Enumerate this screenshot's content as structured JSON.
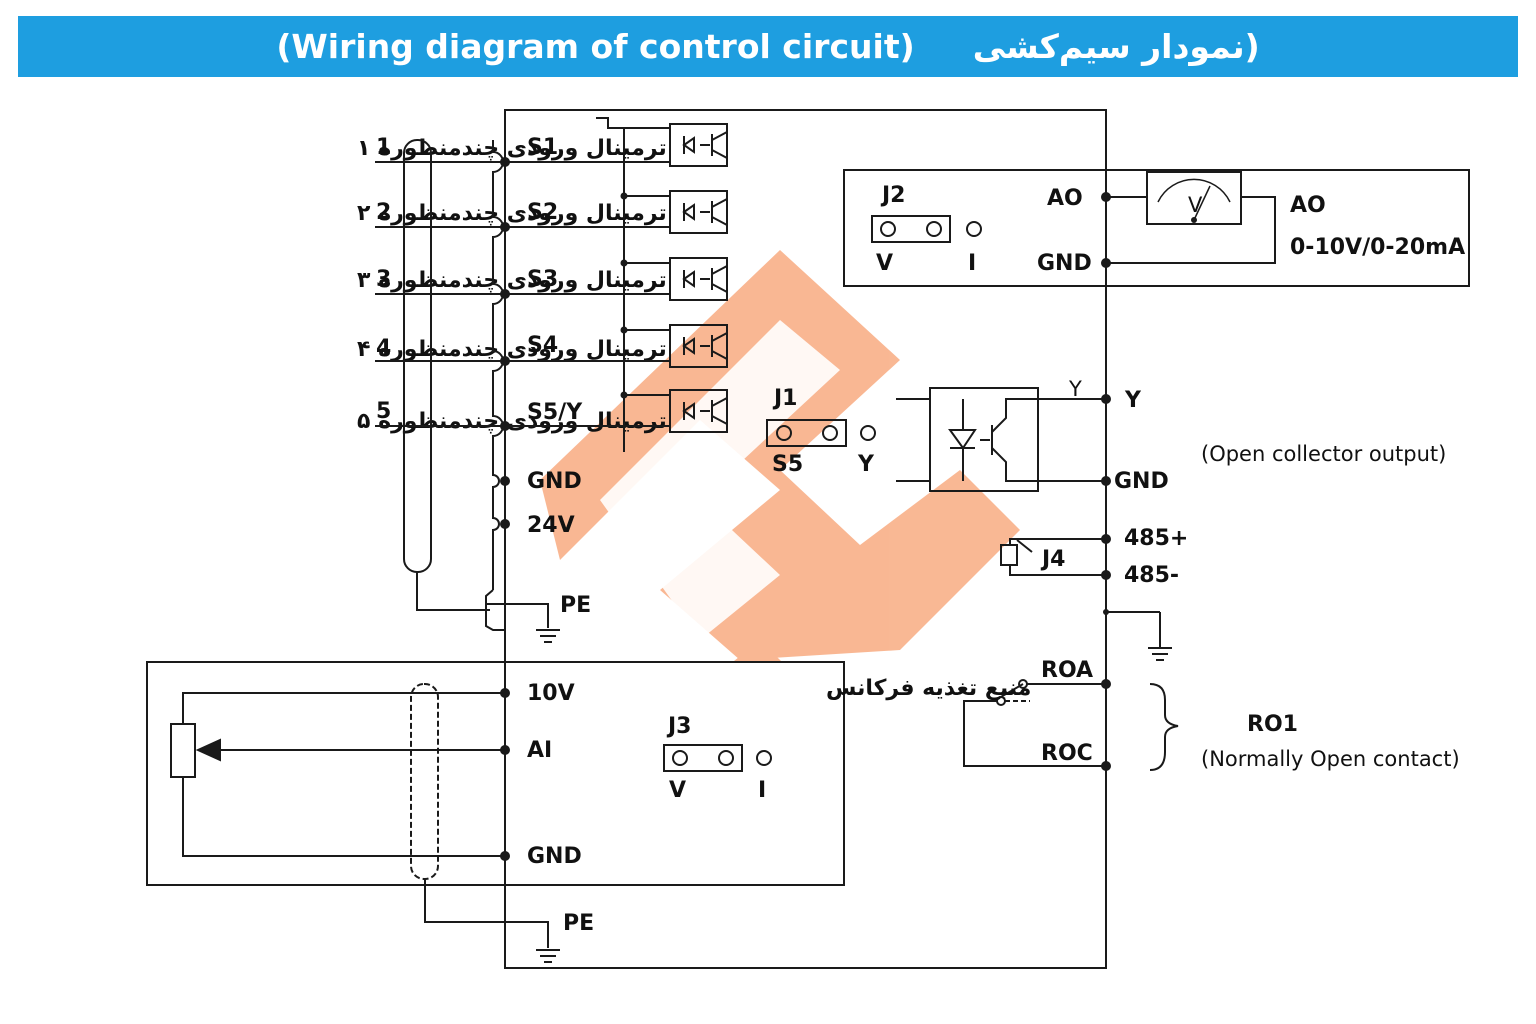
{
  "header": {
    "title_en": "(Wiring diagram of control circuit)",
    "title_fa": "(نمودار سیم‌کشی",
    "bg_color": "#1e9ee0"
  },
  "inputs": [
    {
      "label": "ترمینال ورودی چندمنظوره ۱",
      "num": "1",
      "terminal": "S1"
    },
    {
      "label": "ترمینال ورودی چندمنظوره ۲",
      "num": "2",
      "terminal": "S2"
    },
    {
      "label": "ترمینال ورودی چندمنظوره ۳",
      "num": "3",
      "terminal": "S3"
    },
    {
      "label": "ترمینال ورودی چندمنظوره ۴",
      "num": "4",
      "terminal": "S4"
    },
    {
      "label": "ترمینال ورودی چندمنظوره ۵",
      "num": "5",
      "terminal": "S5/Y"
    }
  ],
  "left_terminals": {
    "gnd": "GND",
    "v24": "24V",
    "pe": "PE",
    "pe2": "PE"
  },
  "ao_box": {
    "jumper": "J2",
    "v": "V",
    "i": "I",
    "ao": "AO",
    "gnd": "GND",
    "meter": "V",
    "right_title": "AO",
    "right_range": "0-10V/0-20mA"
  },
  "j1": {
    "name": "J1",
    "s5": "S5",
    "y": "Y"
  },
  "oc_output": {
    "y_small": "Y",
    "y": "Y",
    "gnd": "GND",
    "note": "(Open collector output)"
  },
  "rs485": {
    "plus": "485+",
    "minus": "485-",
    "jumper": "J4"
  },
  "relay": {
    "roa": "ROA",
    "roc": "ROC",
    "title": "RO1",
    "note": "(Normally Open contact)"
  },
  "freq_box": {
    "title": "منبع تغذیه فرکانس",
    "jumper": "J3",
    "v": "V",
    "i": "I",
    "v10": "10V",
    "ai": "AI",
    "gnd": "GND"
  },
  "colors": {
    "watermark": "#f7a070",
    "line": "#1a1a1a"
  }
}
